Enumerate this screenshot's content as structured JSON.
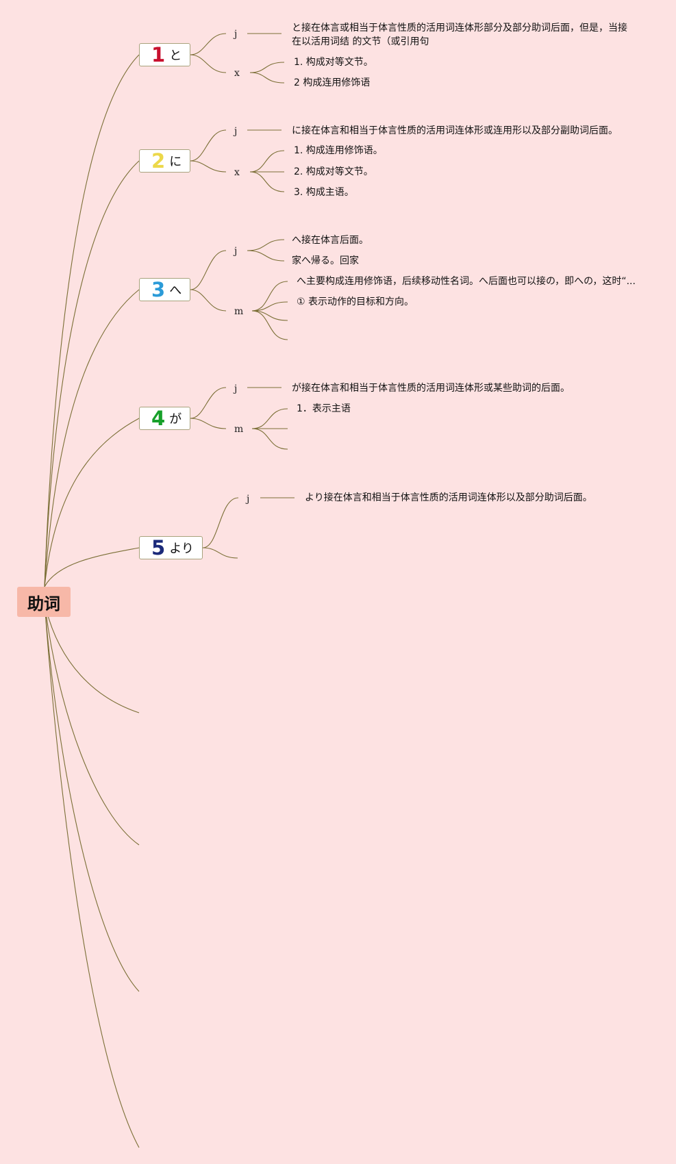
{
  "root": {
    "label": "助词"
  },
  "colors": {
    "background": "#fde2e2",
    "root_fill": "#f7b8a8",
    "line": "#7a6e35"
  },
  "topics": [
    {
      "number": "1",
      "kana": "と",
      "number_color": "#c8102e",
      "j_label": "j",
      "j_text": "と接在体言或相当于体言性质的活用词连体形部分及部分助词后面，但是，当接在以活用词结 的文节（或引用句",
      "sub_label": "x",
      "items": [
        "1. 构成对等文节。",
        "2 构成连用修饰语"
      ]
    },
    {
      "number": "2",
      "kana": "に",
      "number_color": "#ecd84a",
      "j_label": "j",
      "j_text": "に接在体言和相当于体言性质的活用词连体形或连用形以及部分副助词后面。",
      "sub_label": "x",
      "items": [
        "1. 构成连用修饰语。",
        "2. 构成对等文节。",
        "3. 构成主语。"
      ]
    },
    {
      "number": "3",
      "kana": "へ",
      "number_color": "#2b9bd8",
      "j_label": "j",
      "j_items": [
        "へ接在体言后面。",
        "家へ帰る。回家"
      ],
      "sub_label": "m",
      "items": [
        "へ主要构成连用修饰语，后续移动性名词。へ后面也可以接の，即への，这时“...",
        "① 表示动作的目标和方向。"
      ]
    },
    {
      "number": "4",
      "kana": "が",
      "number_color": "#17a02a",
      "j_label": "j",
      "j_text": "が接在体言和相当于体言性质的活用词连体形或某些助词的后面。",
      "sub_label": "m",
      "items": [
        "1．表示主语"
      ]
    },
    {
      "number": "5",
      "kana": "より",
      "number_color": "#1b2a7a",
      "j_label": "j",
      "j_text": "より接在体言和相当于体言性质的活用词连体形以及部分助词后面。"
    }
  ]
}
